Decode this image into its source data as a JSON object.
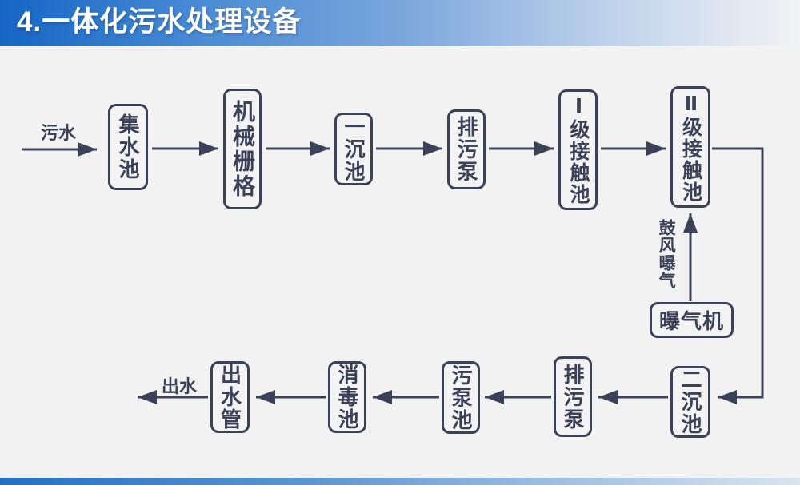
{
  "slide": {
    "title": "4.一体化污水处理设备",
    "colors": {
      "header_blue": "#1565C4",
      "line_dark": "#3B4157",
      "background": "#F2F2F3"
    }
  },
  "diagram": {
    "input_label": "污水",
    "output_label": "出水",
    "aeration_label": "鼓风曝气",
    "nodes": [
      {
        "id": "collecting-tank",
        "label": "集水池"
      },
      {
        "id": "mechanical-grid",
        "label": "机械栅格"
      },
      {
        "id": "primary-sedimentation-tank",
        "label": "一沉池"
      },
      {
        "id": "sewage-pump-top",
        "label": "排污泵"
      },
      {
        "id": "stage1-contact-tank",
        "label": "Ⅰ级接触池"
      },
      {
        "id": "stage2-contact-tank",
        "label": "Ⅱ级接触池"
      },
      {
        "id": "aerator",
        "label": "曝气机"
      },
      {
        "id": "secondary-sedimentation-tank",
        "label": "二沉池"
      },
      {
        "id": "sewage-pump-bottom",
        "label": "排污泵"
      },
      {
        "id": "sludge-pump-tank",
        "label": "污泵池"
      },
      {
        "id": "disinfection-tank",
        "label": "消毒池"
      },
      {
        "id": "outlet-pipe",
        "label": "出水管"
      }
    ]
  }
}
